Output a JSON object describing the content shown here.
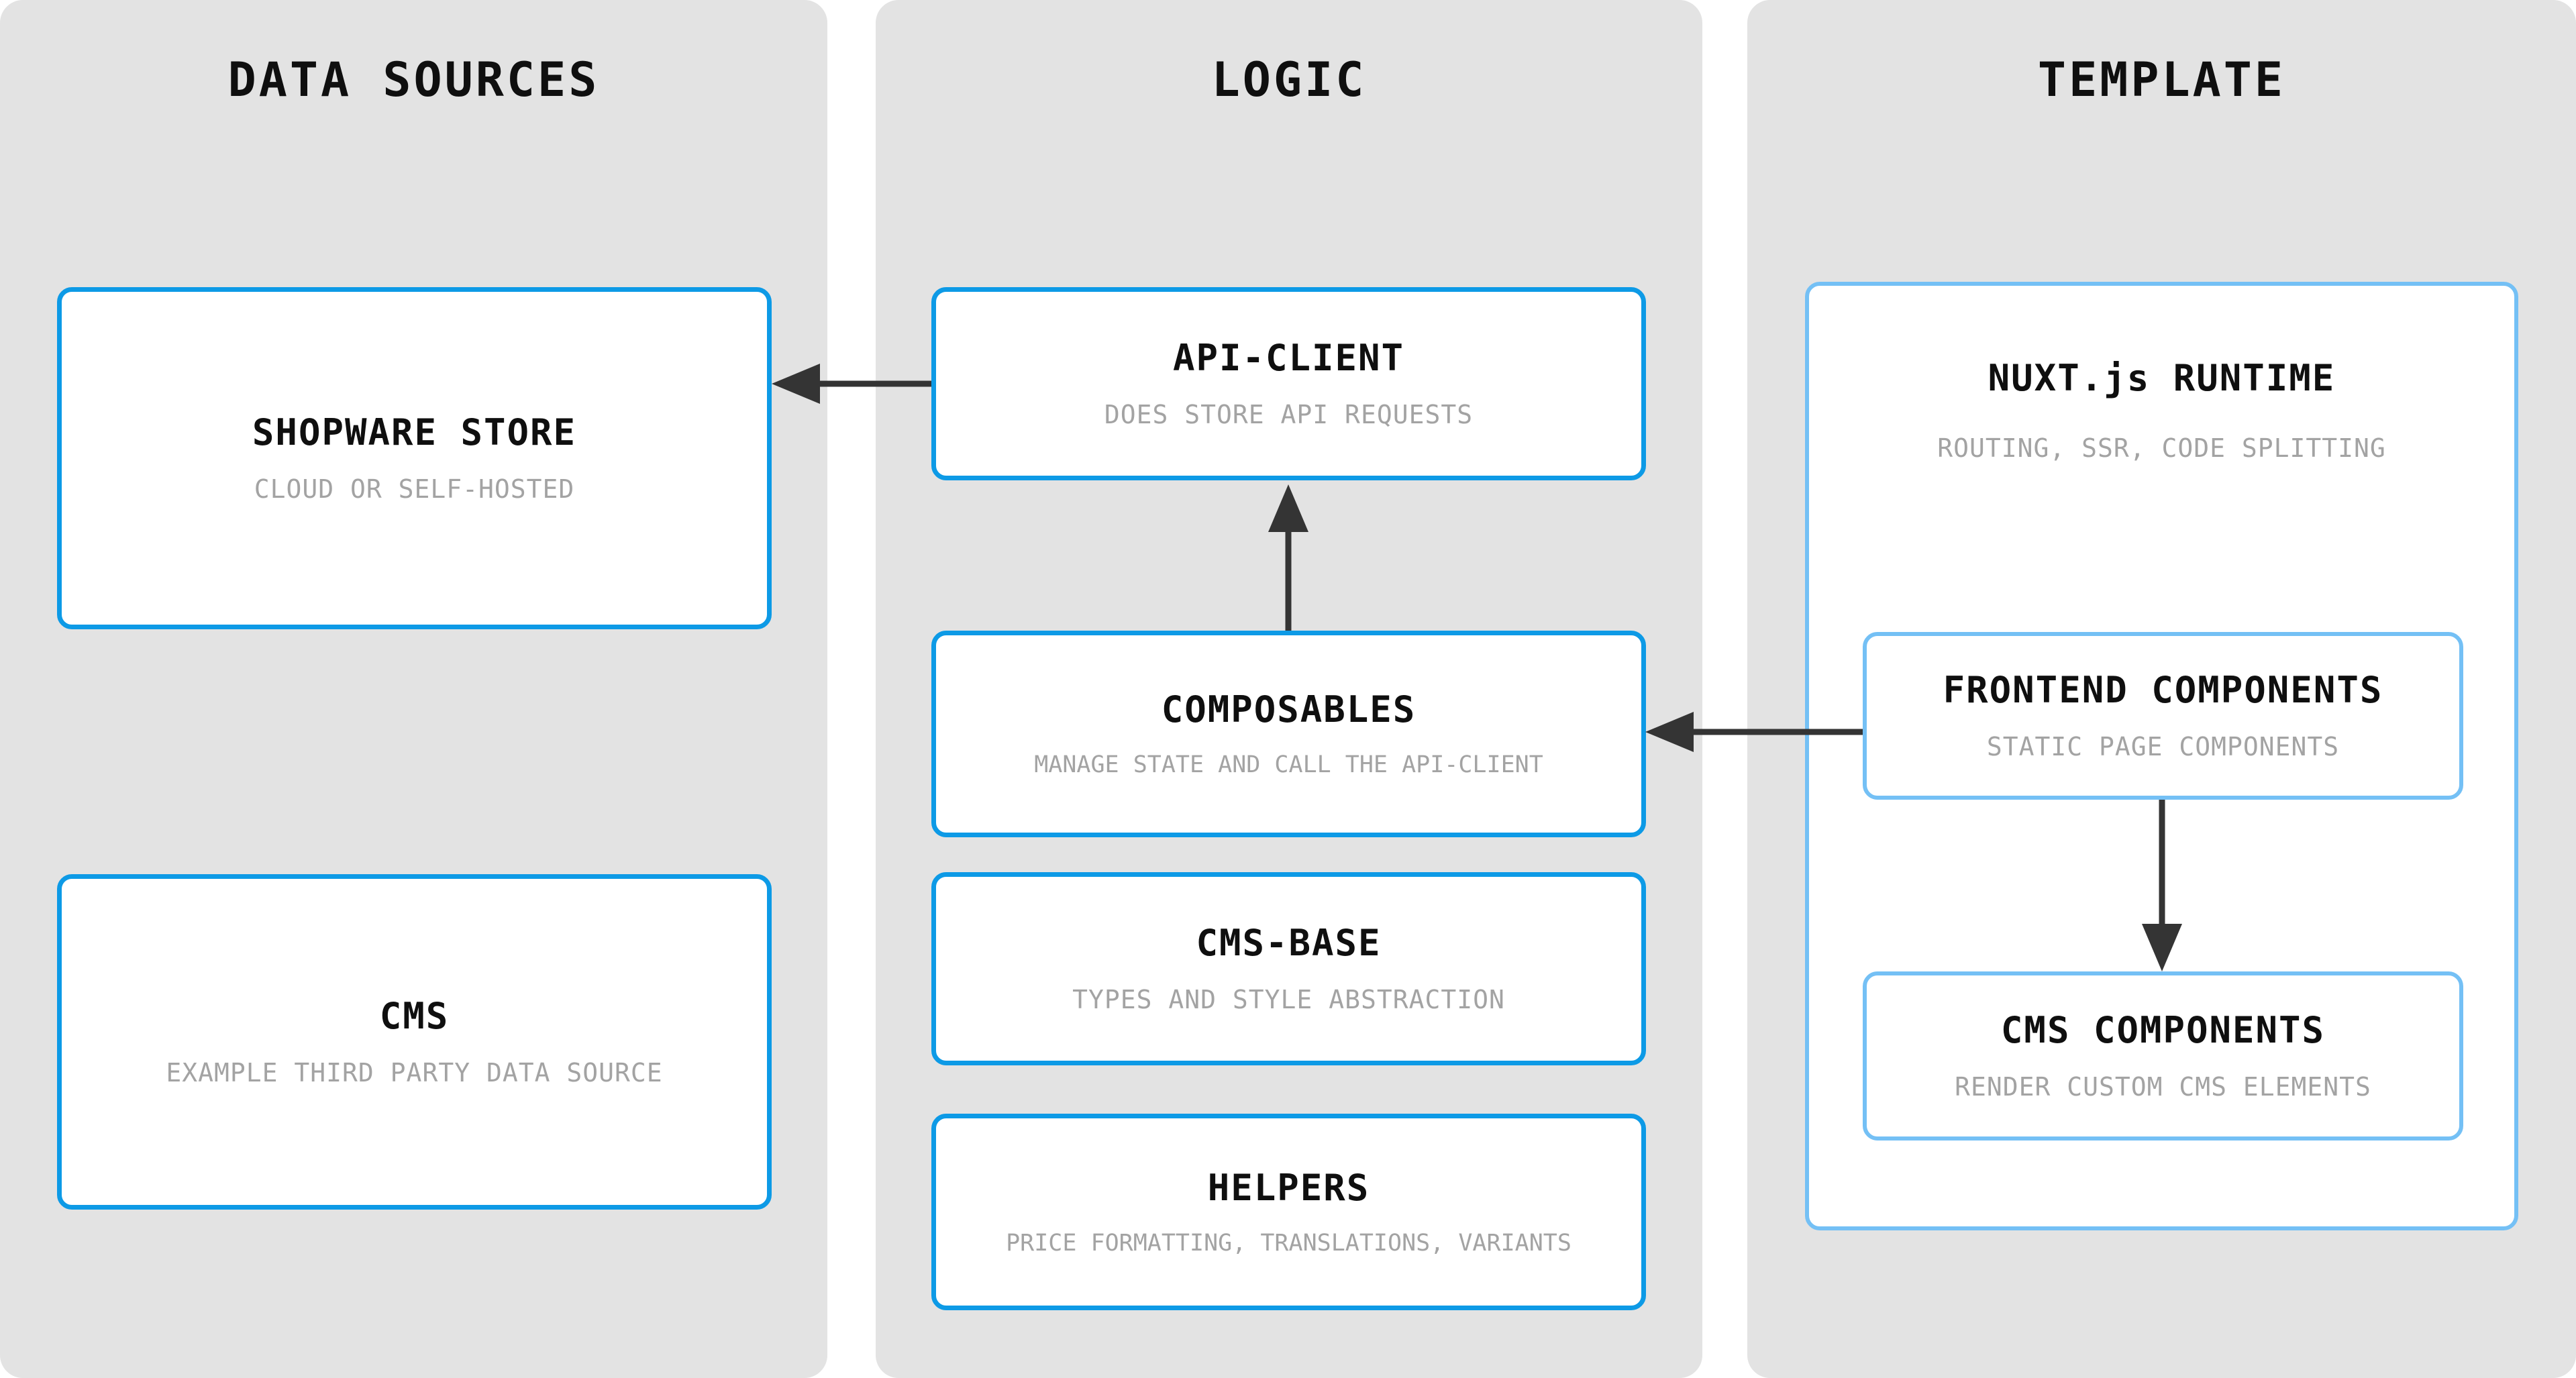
{
  "columns": [
    {
      "id": "data-sources",
      "title": "DATA SOURCES",
      "nodes": [
        {
          "id": "shopware",
          "title": "SHOPWARE STORE",
          "subtitle": "CLOUD OR SELF-HOSTED"
        },
        {
          "id": "cms",
          "title": "CMS",
          "subtitle": "EXAMPLE THIRD PARTY DATA SOURCE"
        }
      ]
    },
    {
      "id": "logic",
      "title": "LOGIC",
      "nodes": [
        {
          "id": "api-client",
          "title": "API-CLIENT",
          "subtitle": "DOES STORE API REQUESTS"
        },
        {
          "id": "composables",
          "title": "COMPOSABLES",
          "subtitle": "MANAGE STATE AND CALL THE API-CLIENT"
        },
        {
          "id": "cms-base",
          "title": "CMS-BASE",
          "subtitle": "TYPES AND STYLE ABSTRACTION"
        },
        {
          "id": "helpers",
          "title": "HELPERS",
          "subtitle": "PRICE FORMATTING, TRANSLATIONS, VARIANTS"
        }
      ]
    },
    {
      "id": "template",
      "title": "TEMPLATE",
      "nodes": [
        {
          "id": "nuxt-runtime",
          "title": "NUXT.js RUNTIME",
          "subtitle": "ROUTING, SSR, CODE SPLITTING"
        },
        {
          "id": "frontend-components",
          "title": "FRONTEND COMPONENTS",
          "subtitle": "STATIC PAGE COMPONENTS"
        },
        {
          "id": "cms-components",
          "title": "CMS COMPONENTS",
          "subtitle": "RENDER CUSTOM CMS ELEMENTS"
        }
      ]
    }
  ],
  "arrows": [
    {
      "id": "api-client-to-shopware",
      "from": "api-client",
      "to": "shopware",
      "direction": "left"
    },
    {
      "id": "composables-to-api-client",
      "from": "composables",
      "to": "api-client",
      "direction": "up"
    },
    {
      "id": "frontend-to-composables",
      "from": "frontend-components",
      "to": "composables",
      "direction": "left"
    },
    {
      "id": "frontend-to-cms-components",
      "from": "frontend-components",
      "to": "cms-components",
      "direction": "down"
    }
  ],
  "colors": {
    "panel_background": "#e3e3e3",
    "canvas_background": "#ffffff",
    "node_background": "#ffffff",
    "border_strong_blue": "#0d9ae6",
    "border_light_blue": "#74c0f5",
    "title_text": "#0f0f0f",
    "subtitle_text": "#a3a3a3",
    "arrow_stroke": "#343434"
  }
}
